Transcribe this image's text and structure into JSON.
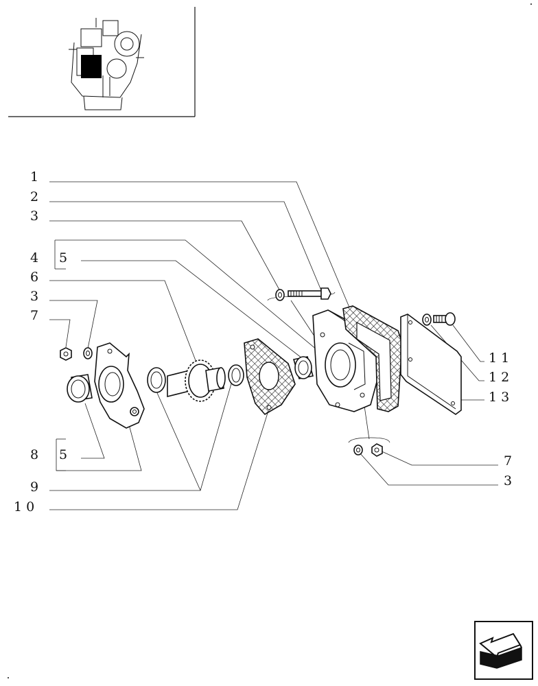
{
  "callouts": [
    {
      "id": "c1",
      "text": "1"
    },
    {
      "id": "c2",
      "text": "2"
    },
    {
      "id": "c3a",
      "text": "3"
    },
    {
      "id": "c4",
      "text": "4"
    },
    {
      "id": "c5a",
      "text": "5"
    },
    {
      "id": "c6",
      "text": "6"
    },
    {
      "id": "c3b",
      "text": "3"
    },
    {
      "id": "c7a",
      "text": "7"
    },
    {
      "id": "c8",
      "text": "8"
    },
    {
      "id": "c5b",
      "text": "5"
    },
    {
      "id": "c9",
      "text": "9"
    },
    {
      "id": "c10",
      "text": "1 0"
    },
    {
      "id": "c11",
      "text": "1 1"
    },
    {
      "id": "c12",
      "text": "1 2"
    },
    {
      "id": "c13",
      "text": "1 3"
    },
    {
      "id": "c7b",
      "text": "7"
    },
    {
      "id": "c3c",
      "text": "3"
    }
  ],
  "icons": {
    "thumbnail": "engine-thumbnail-icon",
    "navigation": "next-page-arrow-icon"
  },
  "colors": {
    "ink": "#111111",
    "background": "#ffffff"
  }
}
